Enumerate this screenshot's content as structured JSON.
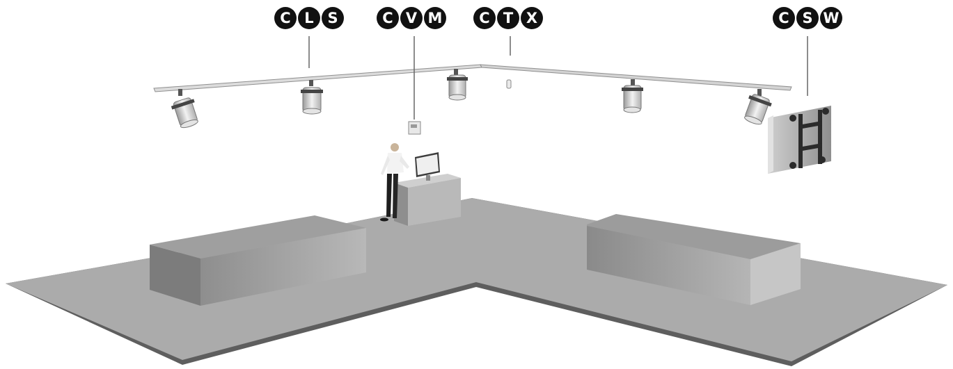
{
  "labels": [
    {
      "id": "cls",
      "letters": [
        "C",
        "L",
        "S"
      ]
    },
    {
      "id": "cvm",
      "letters": [
        "C",
        "V",
        "M"
      ]
    },
    {
      "id": "ctx",
      "letters": [
        "C",
        "T",
        "X"
      ]
    },
    {
      "id": "csw",
      "letters": [
        "C",
        "S",
        "W"
      ]
    }
  ],
  "colors": {
    "floor_top": "#a9a9a9",
    "floor_edge": "#5a5a5a",
    "block_top": "#9d9d9d",
    "block_front": "#8a8a8a",
    "badge": "#111111",
    "track": "#dedede"
  }
}
